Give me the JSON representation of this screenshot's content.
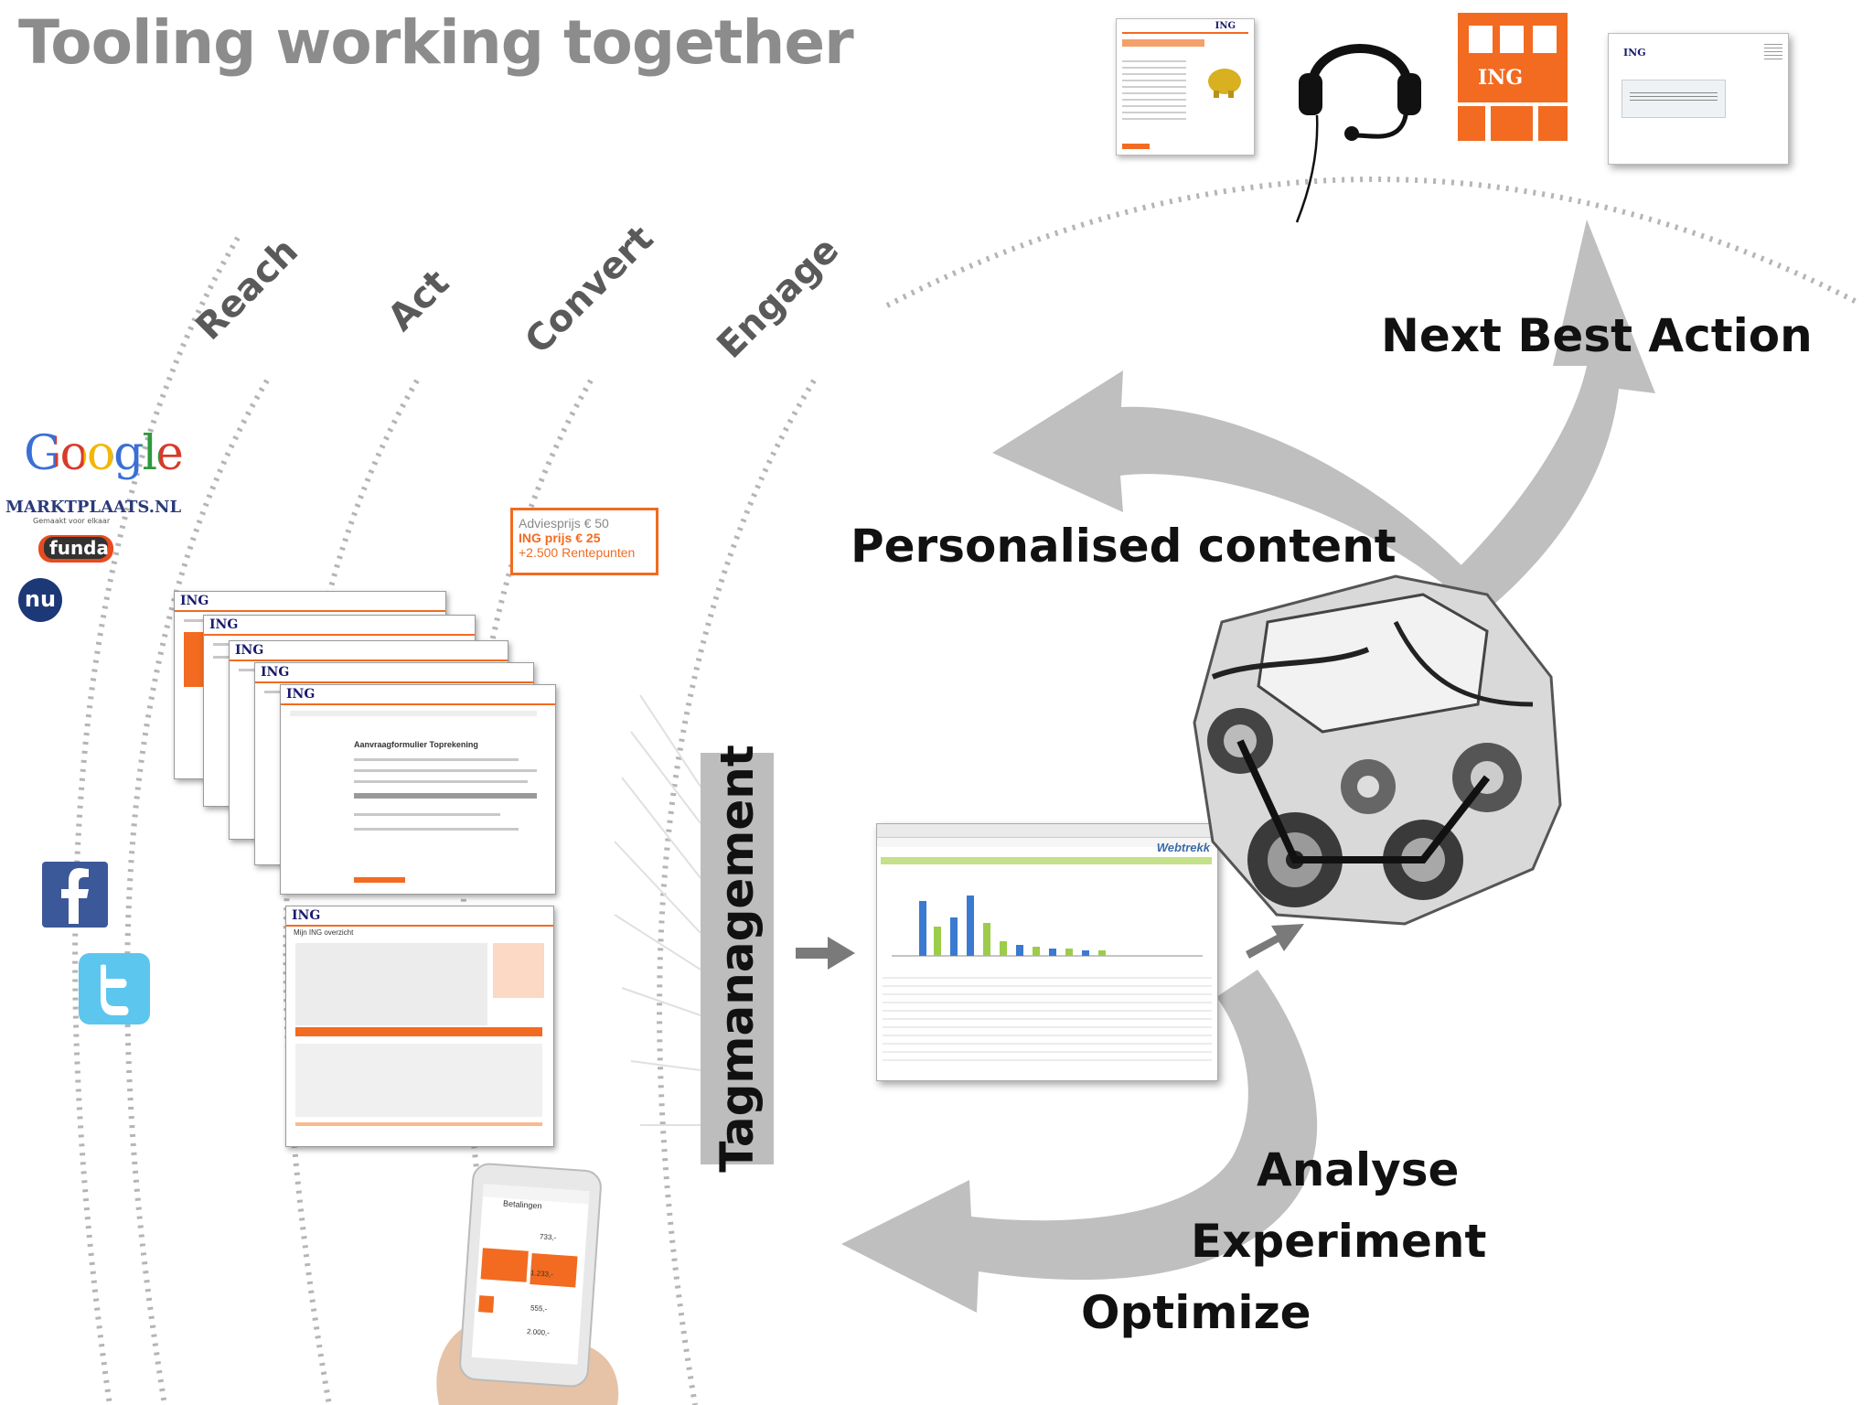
{
  "title": "Tooling working together",
  "stages": [
    "Reach",
    "Act",
    "Convert",
    "Engage"
  ],
  "brands": {
    "google": "Google",
    "marktplaats": "MARKTPLAATS.NL",
    "marktplaats_tagline": "Gemaakt voor elkaar",
    "funda": "funda",
    "nu": "nu"
  },
  "offer": {
    "line1": "Adviesprijs € 50",
    "line2": "ING prijs € 25",
    "line3": "+2.500 Rentepunten"
  },
  "page_card": {
    "logo": "ING",
    "heading": "Aanvraagformulier Toprekening",
    "overview_heading": "Mijn ING overzicht"
  },
  "phone": {
    "header": "Betalingen",
    "amounts": [
      "733,-",
      "1.233,-",
      "555,-",
      "2.000,-"
    ]
  },
  "tagmanagement": "Tagmanagement",
  "analytics_brand": "Webtrekk",
  "labels": {
    "next_best_action": "Next Best Action",
    "personalised_content": "Personalised content",
    "analyse": "Analyse",
    "experiment": "Experiment",
    "optimize": "Optimize"
  },
  "channels": {
    "letter_logo": "ING",
    "branch_logo": "ING",
    "envelope_logo": "ING"
  },
  "colors": {
    "accent": "#f26b21",
    "arrow_gray": "#bfbfbf",
    "title_gray": "#8c8c8c"
  },
  "icons": [
    "facebook-icon",
    "twitter-icon",
    "headset-icon",
    "branch-building-icon",
    "piggy-bank-icon",
    "engine-image"
  ]
}
